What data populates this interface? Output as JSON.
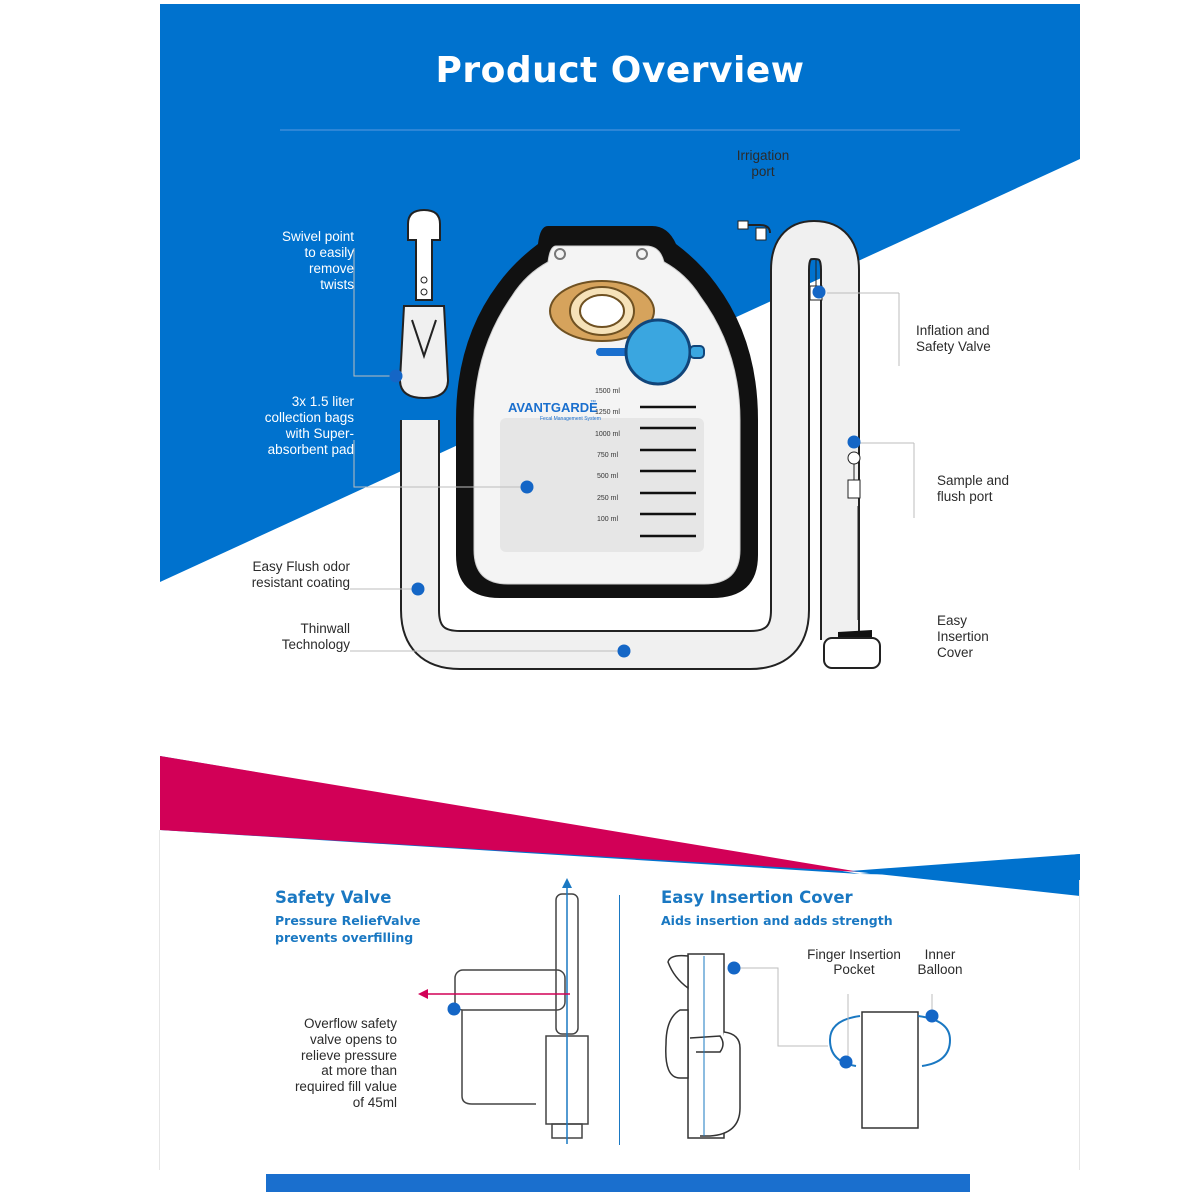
{
  "title": "Product Overview",
  "colors": {
    "blue": "#0072CE",
    "pink": "#D20057",
    "accent_text": "#1A78C2",
    "callout_dot": "#1466C6"
  },
  "device_labels": {
    "brand": "AVANTGARDE",
    "trademark": "™",
    "tagline": "Fecal Management System",
    "scale": [
      "1500 ml",
      "1250 ml",
      "1000 ml",
      "750 ml",
      "500 ml",
      "250 ml",
      "100 ml"
    ]
  },
  "callouts": {
    "irrigation": "Irrigation\nport",
    "swivel": "Swivel point\nto easily\nremove\ntwists",
    "bags": "3x 1.5 liter\ncollection bags\nwith Super-\nabsorbent pad",
    "inflation": "Inflation and\nSafety Valve",
    "sample": "Sample and\nflush port",
    "easyflush": "Easy Flush odor\nresistant coating",
    "thinwall": "Thinwall\nTechnology",
    "easycover": "Easy\nInsertion\nCover"
  },
  "safety_valve": {
    "heading": "Safety Valve",
    "subheading": "Pressure ReliefValve\nprevents overfilling",
    "description": "Overflow safety\nvalve opens to\nrelieve pressure\nat more than\nrequired fill value\nof 45ml"
  },
  "insertion_cover": {
    "heading": "Easy Insertion Cover",
    "subheading": "Aids insertion and adds strength",
    "finger_pocket": "Finger Insertion\nPocket",
    "inner_balloon": "Inner\nBalloon"
  }
}
